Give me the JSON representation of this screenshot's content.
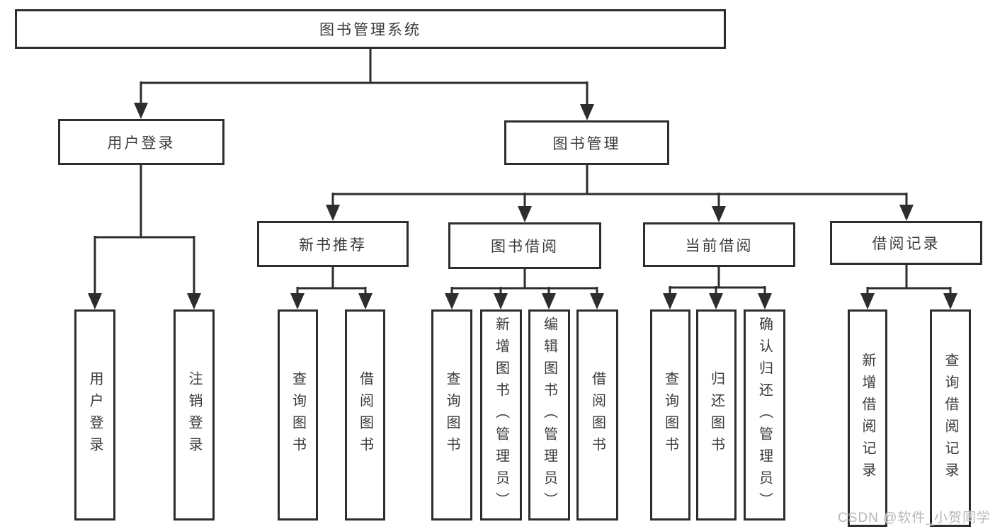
{
  "nodes": {
    "root": "图书管理系统",
    "user_login": "用户登录",
    "book_mgmt": "图书管理",
    "new_book_rec": "新书推荐",
    "book_borrow": "图书借阅",
    "current_borrow": "当前借阅",
    "borrow_records": "借阅记录",
    "leaf_user_login": "用户登录",
    "leaf_logout": "注销登录",
    "leaf_query_book_rec": "查询图书",
    "leaf_borrow_book_rec": "借阅图书",
    "leaf_query_book_borrow": "查询图书",
    "leaf_add_book": "新增图书（管理员）",
    "leaf_edit_book": "编辑图书（管理员）",
    "leaf_borrow_book": "借阅图书",
    "leaf_query_book_current": "查询图书",
    "leaf_return_book": "归还图书",
    "leaf_confirm_return": "确认归还（管理员）",
    "leaf_add_borrow_record": "新增借阅记录",
    "leaf_query_borrow_record": "查询借阅记录"
  },
  "watermark": "CSDN @软件_小贺同学",
  "colors": {
    "line": "#2d2d2d",
    "text": "#3a3a3a",
    "watermark": "#b7b7b7",
    "background": "#ffffff"
  }
}
